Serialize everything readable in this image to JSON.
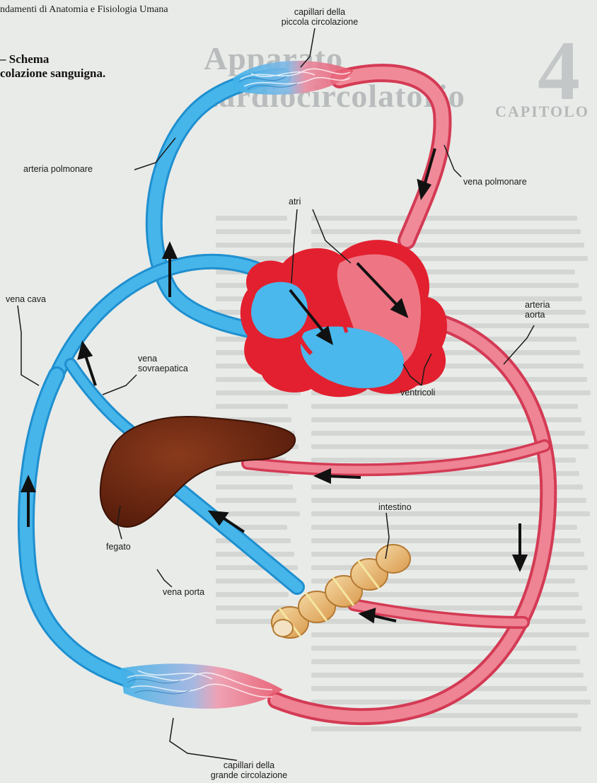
{
  "book_header": "ndamenti di Anatomia e Fisiologia Umana",
  "figure_caption": {
    "line1": "– Schema",
    "line2": "colazione sanguigna."
  },
  "background": {
    "chapter_title": "Apparato cardiocircolatorio",
    "chapter_label": "CAPITOLO",
    "chapter_number": "4"
  },
  "labels": {
    "capillari_piccola_line1": "capillari della",
    "capillari_piccola_line2": "piccola circolazione",
    "arteria_polmonare": "arteria polmonare",
    "vena_polmonare": "vena polmonare",
    "atri": "atri",
    "vena_cava": "vena cava",
    "arteria_aorta_line1": "arteria",
    "arteria_aorta_line2": "aorta",
    "vena_sovraepatica_line1": "vena",
    "vena_sovraepatica_line2": "sovraepatica",
    "ventricoli": "ventricoli",
    "intestino": "intestino",
    "fegato": "fegato",
    "vena_porta": "vena porta",
    "capillari_grande_line1": "capillari della",
    "capillari_grande_line2": "grande circolazione"
  },
  "colors": {
    "venous_blue": "#3fb2e8",
    "venous_blue_dark": "#1f8fcf",
    "arterial_red": "#e8556a",
    "arterial_pink": "#f2a0a8",
    "heart_red": "#e2202f",
    "liver_brown": "#6b2712",
    "intestine_tan": "#e8b36a"
  }
}
